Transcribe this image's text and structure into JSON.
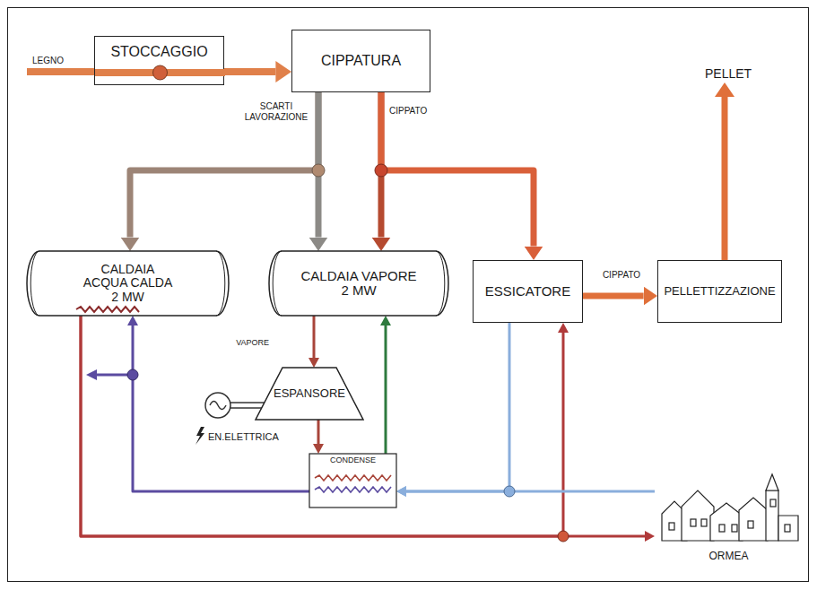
{
  "diagram": {
    "nodes": [
      {
        "text": [
          "STOCCAGGIO"
        ]
      },
      {
        "text": [
          "CIPPATURA"
        ]
      },
      {
        "text": [
          "CALDAIA ACQUA CALDA 2 MW"
        ]
      },
      {
        "text": [
          "CALDAIA VAPORE 2 MW"
        ]
      },
      {
        "text": [
          "ESSICATORE"
        ]
      },
      {
        "text": [
          "PELLETTIZZAZIONE"
        ]
      },
      {
        "text": [
          "ESPANSORE"
        ]
      },
      {
        "text": [
          "CONDENSE"
        ]
      },
      {
        "text": [
          "ORMEA"
        ]
      }
    ],
    "edges": [
      {
        "from": 0,
        "to": 1,
        "arrow": "to"
      },
      {
        "from": 1,
        "to": 2,
        "arrow": "to"
      },
      {
        "from": 1,
        "to": 3,
        "arrow": "to"
      },
      {
        "from": 1,
        "to": 3,
        "arrow": "to"
      },
      {
        "from": 1,
        "to": 4,
        "arrow": "to"
      },
      {
        "from": 4,
        "to": 5,
        "label": "CIPPATO",
        "arrow": "to"
      },
      {
        "from": 3,
        "to": 6,
        "label": "VAPORE",
        "arrow": "to"
      },
      {
        "from": 6,
        "to": 7,
        "arrow": "to"
      },
      {
        "from": 7,
        "to": 3,
        "arrow": "to"
      },
      {
        "from": 2,
        "to": 8,
        "arrow": "to"
      },
      {
        "from": 2,
        "to": 4,
        "arrow": "to"
      },
      {
        "from": 8,
        "to": 7,
        "arrow": "to"
      },
      {
        "from": 4,
        "to": 7,
        "arrow": "to"
      },
      {
        "from": 7,
        "to": 2,
        "arrow": "to"
      }
    ],
    "labels": [
      "LEGNO",
      "SCARTI LAVORAZIONE",
      "CIPPATO",
      "PELLET",
      "EN.ELETTRICA"
    ]
  }
}
